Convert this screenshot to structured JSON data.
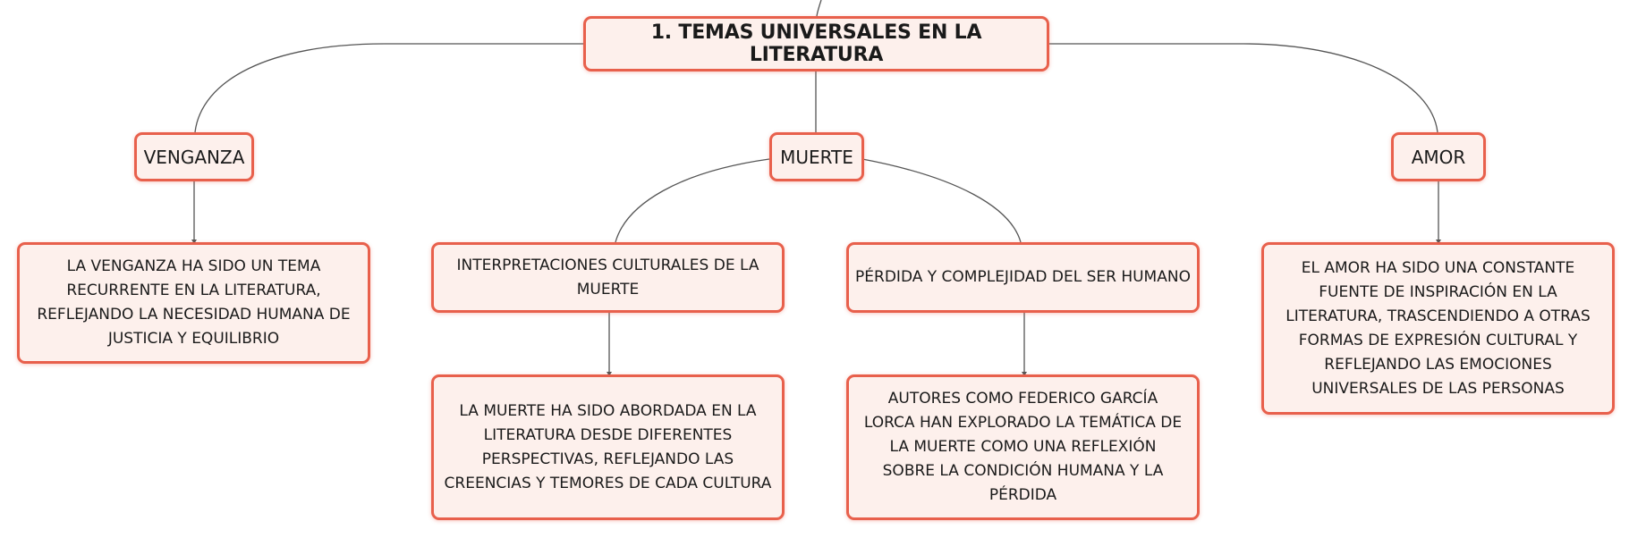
{
  "diagram": {
    "root": {
      "label": "1. TEMAS UNIVERSALES EN LA LITERATURA"
    },
    "topics": {
      "venganza": {
        "label": "VENGANZA",
        "description": "LA VENGANZA HA SIDO UN TEMA RECURRENTE EN LA LITERATURA, REFLEJANDO LA NECESIDAD HUMANA DE JUSTICIA Y EQUILIBRIO"
      },
      "muerte": {
        "label": "MUERTE",
        "subtopics": {
          "interpretaciones": {
            "label": "INTERPRETACIONES CULTURALES DE LA MUERTE",
            "description": "LA MUERTE HA SIDO ABORDADA EN LA LITERATURA DESDE DIFERENTES PERSPECTIVAS, REFLEJANDO LAS CREENCIAS Y TEMORES DE CADA CULTURA"
          },
          "perdida": {
            "label": "PÉRDIDA Y COMPLEJIDAD DEL SER HUMANO",
            "description": "AUTORES COMO FEDERICO GARCÍA LORCA HAN EXPLORADO LA TEMÁTICA DE LA MUERTE COMO UNA REFLEXIÓN SOBRE LA CONDICIÓN HUMANA Y LA PÉRDIDA"
          }
        }
      },
      "amor": {
        "label": "AMOR",
        "description": "EL AMOR HA SIDO UNA CONSTANTE FUENTE DE INSPIRACIÓN EN LA LITERATURA, TRASCENDIENDO A OTRAS FORMAS DE EXPRESIÓN CULTURAL Y REFLEJANDO LAS EMOCIONES UNIVERSALES DE LAS PERSONAS"
      }
    },
    "colors": {
      "node_border": "#e8604c",
      "node_fill": "#fdf0ec",
      "connector": "#555555"
    }
  }
}
